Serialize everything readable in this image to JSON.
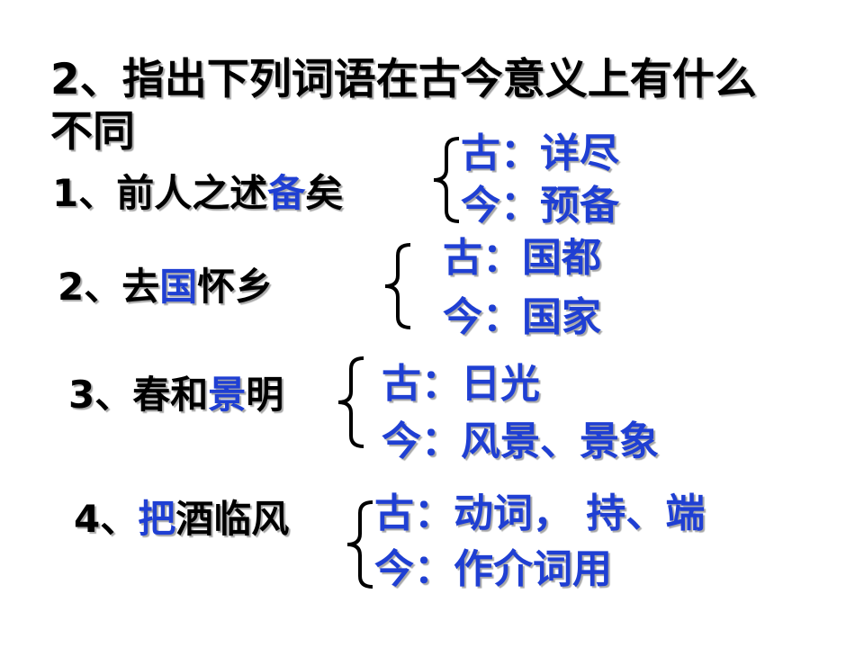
{
  "title": "2、指出下列词语在古今意义上有什么不同",
  "items": [
    {
      "number": "1、",
      "pre": "前人之述",
      "key": "备",
      "post": "矣",
      "ancient": "古：详尽",
      "modern": "今：预备"
    },
    {
      "number": "2、",
      "pre": "去",
      "key": "国",
      "post": "怀乡",
      "ancient": "古：国都",
      "modern": "今：国家"
    },
    {
      "number": "3、",
      "pre": "春和",
      "key": "景",
      "post": "明",
      "ancient": "古：日光",
      "modern": "今：风景、景象"
    },
    {
      "number": "4、",
      "pre": "",
      "key": "把",
      "post": "酒临风",
      "ancient": "古：动词，  持、端",
      "modern": "今：作介词用"
    }
  ],
  "colors": {
    "highlight": "#1f3fd3",
    "text": "#000000"
  }
}
